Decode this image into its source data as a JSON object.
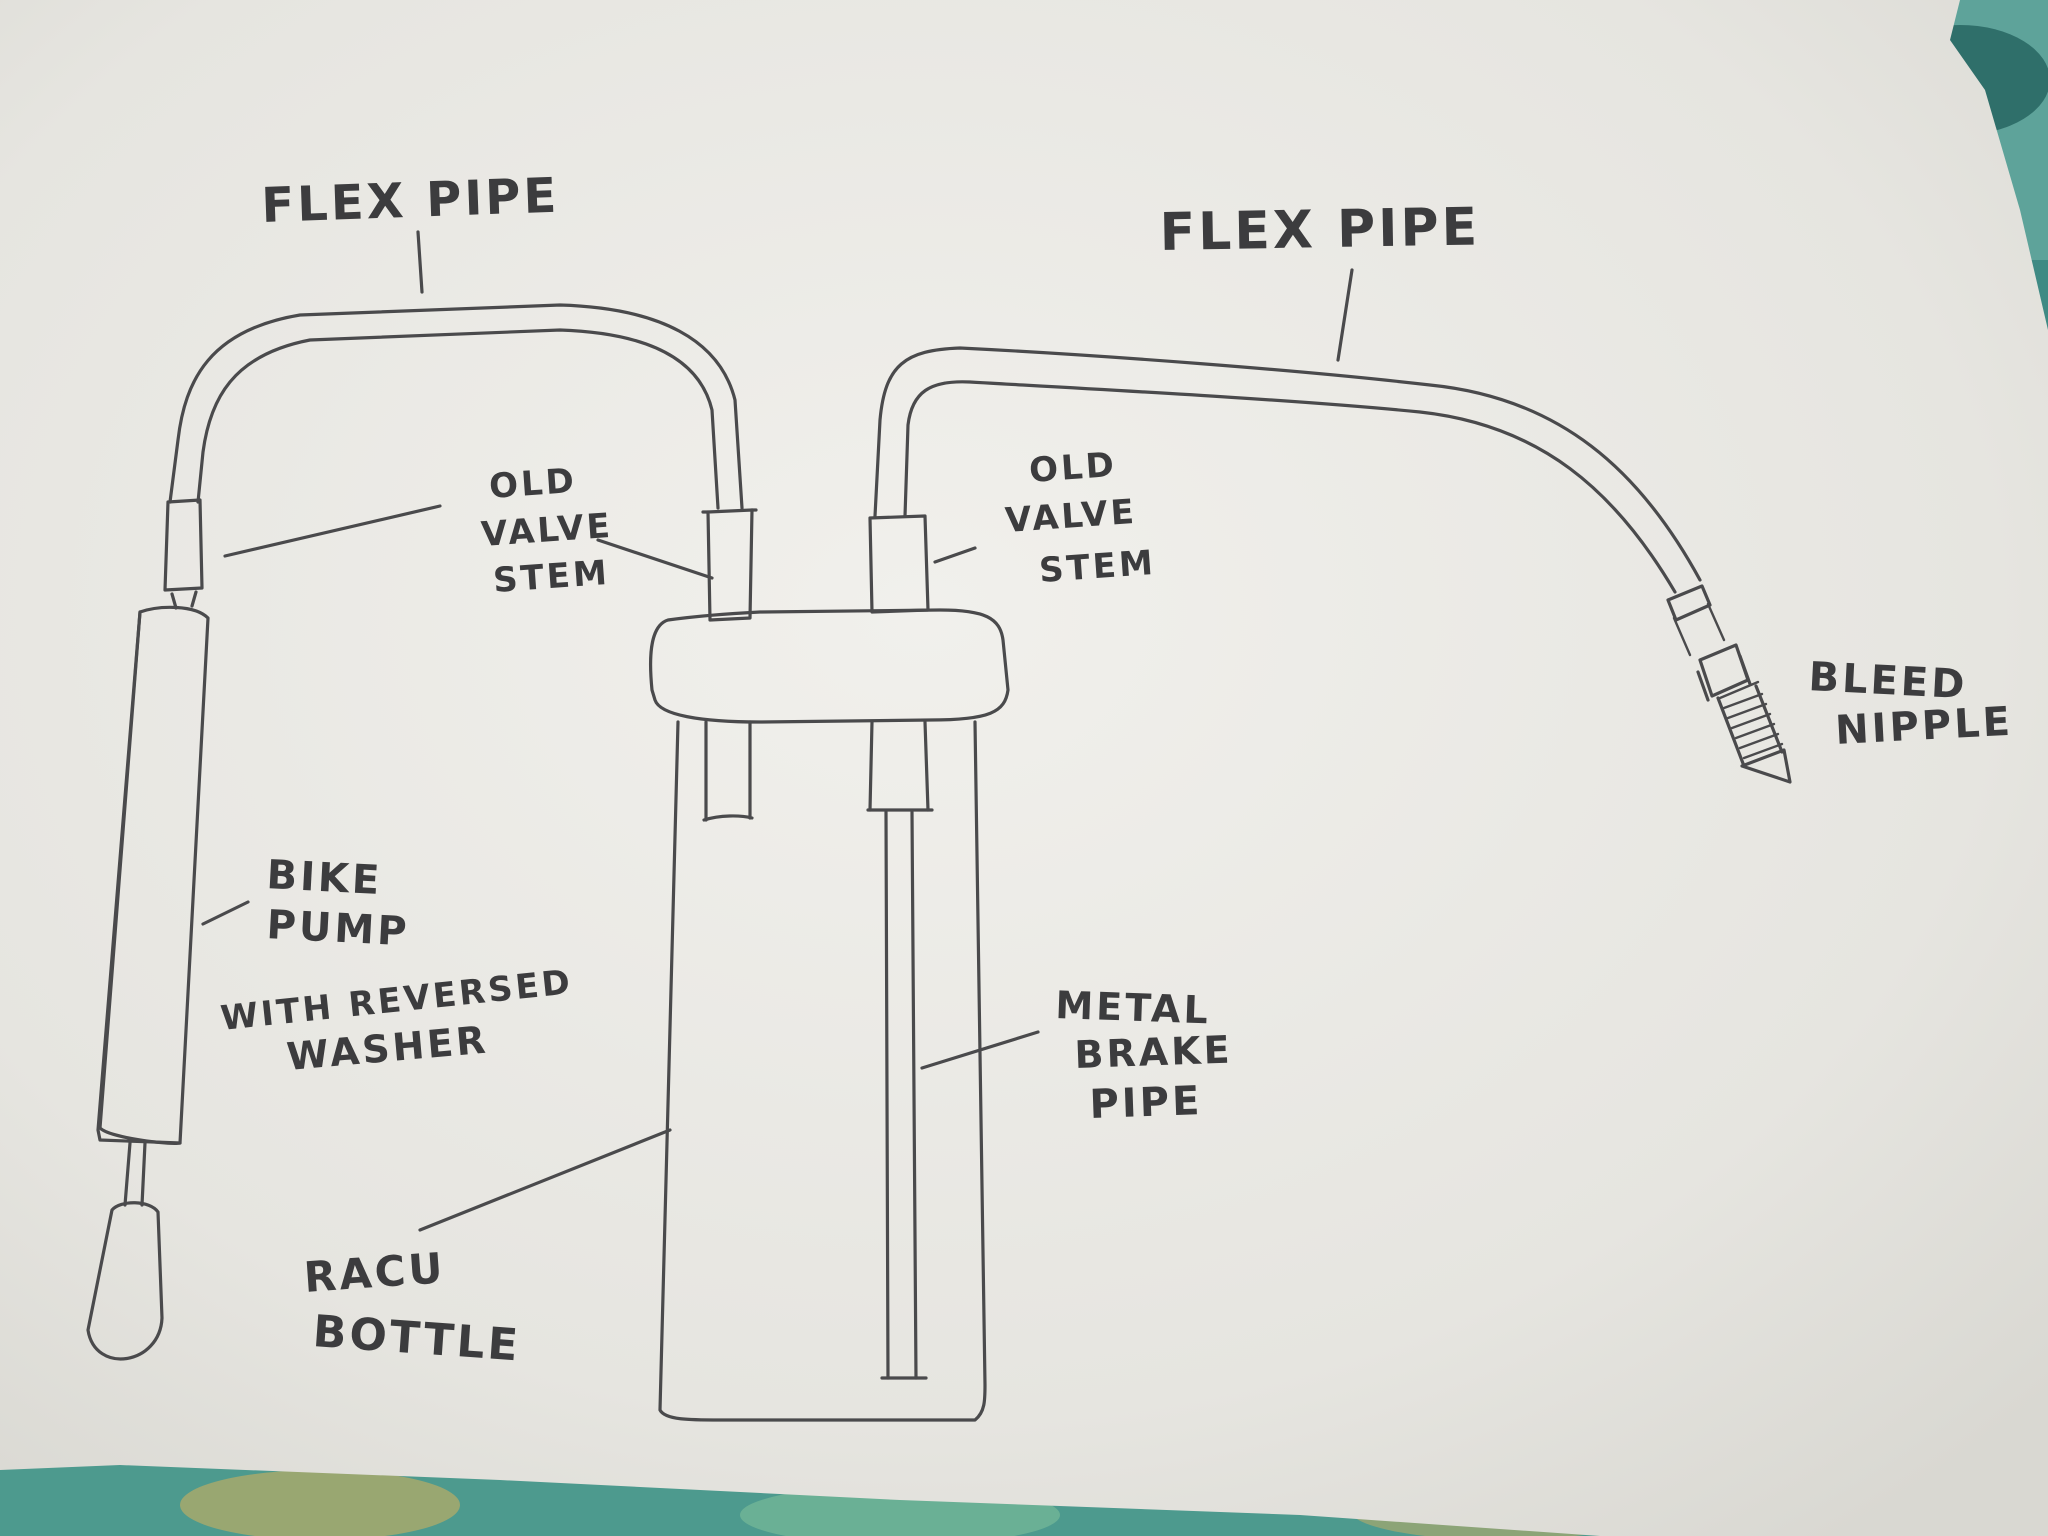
{
  "labels": {
    "flex_pipe_left": "FLEX PIPE",
    "flex_pipe_right": "FLEX PIPE",
    "old_valve_stem_left": [
      "OLD",
      "VALVE",
      "STEM"
    ],
    "old_valve_stem_right": [
      "OLD",
      "VALVE",
      "STEM"
    ],
    "bleed_nipple": [
      "BLEED",
      "NIPPLE"
    ],
    "bike_pump": [
      "BIKE",
      "PUMP",
      "WITH REVERSED",
      "WASHER"
    ],
    "metal_brake_pipe": [
      "METAL",
      "BRAKE",
      "PIPE"
    ],
    "bottle": [
      "RACU",
      "BOTTLE"
    ]
  },
  "colors": {
    "paper": "#ecebe6",
    "ink": "#4a4a4c",
    "background": "#3f8a84"
  }
}
